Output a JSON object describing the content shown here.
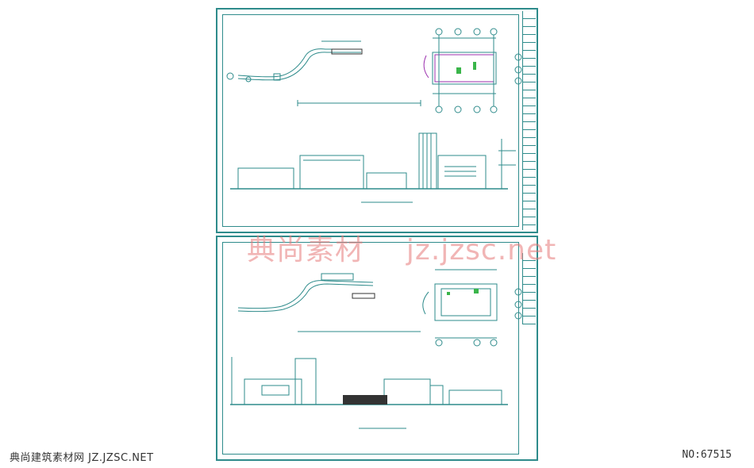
{
  "watermark": {
    "cn": "典尚素材",
    "domain": "jz.jzsc.net"
  },
  "footer": {
    "site_label": "典尚建筑素材网 JZ.JZSC.NET",
    "number_label": "NO:67515"
  },
  "colors": {
    "line": "#2e8b8b",
    "accent_green": "#3ab54a",
    "accent_magenta": "#9b2fae",
    "watermark": "#e67878"
  }
}
